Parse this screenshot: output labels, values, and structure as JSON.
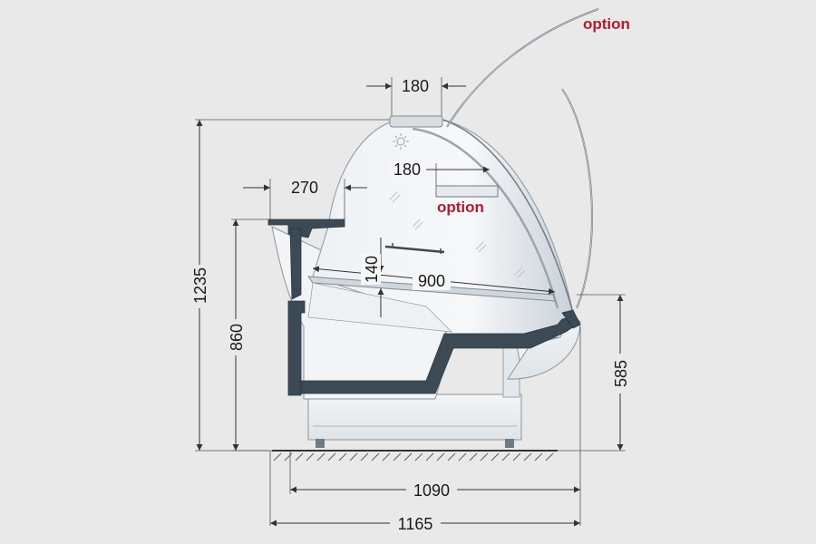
{
  "colors": {
    "background": "#e9e9e9",
    "option_text": "#b01c2e",
    "structure": "#3c4a56",
    "glass": "#f4f6f8",
    "glass_edge": "#98a4ae"
  },
  "labels": {
    "option_top": "option",
    "option_inner": "option"
  },
  "dimensions": {
    "top_width": "180",
    "inner_shelf": "180",
    "counter_depth": "270",
    "shelf_height": "140",
    "display_depth": "900",
    "total_height": "1235",
    "counter_height": "860",
    "front_height": "585",
    "base_width": "1090",
    "total_width": "1165"
  },
  "icons": {
    "lamp": "sun-icon"
  }
}
